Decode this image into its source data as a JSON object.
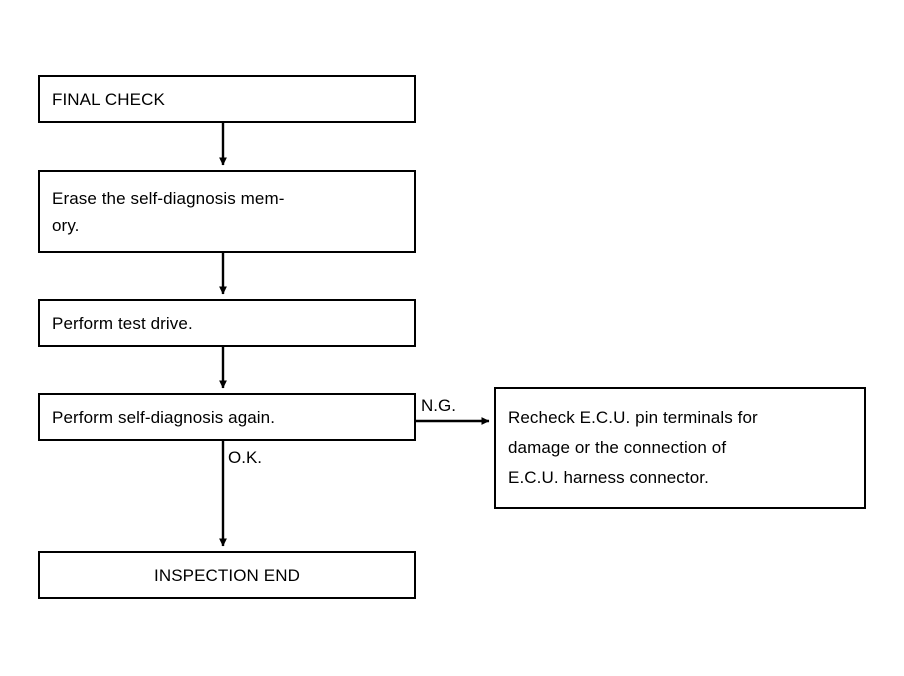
{
  "diagram": {
    "title": "FINAL CHECK flowchart",
    "background_color": "#ffffff",
    "line_color": "#000000",
    "nodes": [
      {
        "id": "final-check",
        "text": "FINAL CHECK",
        "align": "left"
      },
      {
        "id": "erase-memory",
        "text": "Erase the self-diagnosis mem-\nory.",
        "align": "left"
      },
      {
        "id": "test-drive",
        "text": "Perform test drive.",
        "align": "left"
      },
      {
        "id": "self-diagnosis",
        "text": "Perform self-diagnosis again.",
        "align": "left"
      },
      {
        "id": "recheck-ecu",
        "text": "Recheck E.C.U. pin terminals for\ndamage or the connection of\nE.C.U. harness connector.",
        "align": "left"
      },
      {
        "id": "inspection-end",
        "text": "INSPECTION END",
        "align": "center"
      }
    ],
    "edges": [
      {
        "id": "final-check-to-erase",
        "label": "",
        "direction": "down"
      },
      {
        "id": "erase-to-test-drive",
        "label": "",
        "direction": "down"
      },
      {
        "id": "test-drive-to-self-diagnosis",
        "label": "",
        "direction": "down"
      },
      {
        "id": "self-diagnosis-to-recheck",
        "label": "N.G.",
        "direction": "right"
      },
      {
        "id": "self-diagnosis-to-inspection-end",
        "label": "O.K.",
        "direction": "down"
      }
    ]
  }
}
